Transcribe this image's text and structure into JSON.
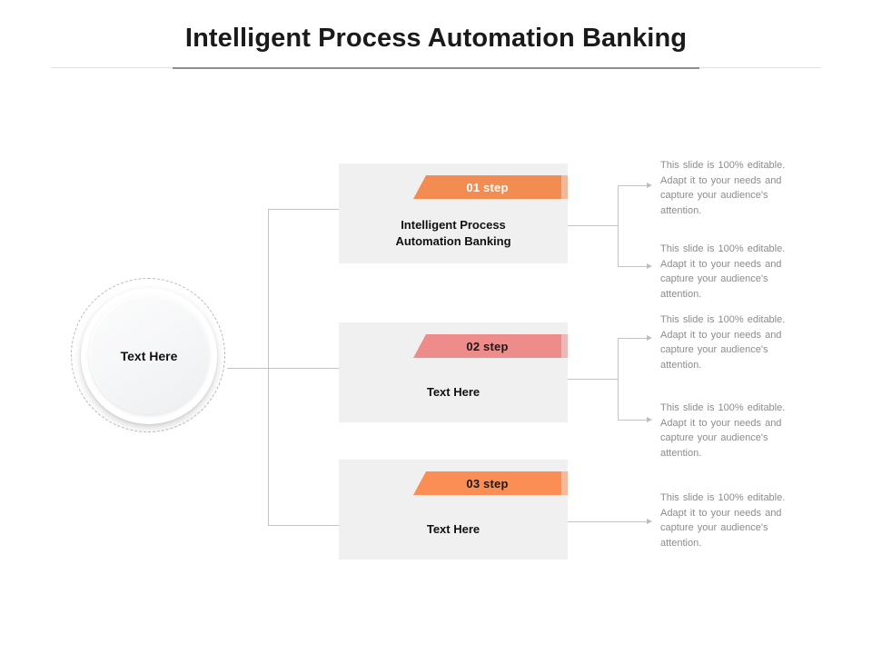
{
  "page_title": "Intelligent Process Automation Banking",
  "hub": {
    "label": "Text Here"
  },
  "colors": {
    "card_background": "#F0F0F0",
    "ribbon_step1": "#F28C52",
    "ribbon_step2": "#EE8B8B",
    "ribbon_step3": "#FA8E55",
    "connector_line": "#C3C3C3",
    "description_text": "#8C8C8C",
    "title_text": "#1A1A1A",
    "rule_light": "#E2E2E2",
    "rule_dark": "#8F8F8F"
  },
  "steps": [
    {
      "ribbon_label": "01 step",
      "ribbon_color": "#F28C52",
      "ribbon_text_color": "#FFFFFF",
      "body": "Intelligent Process\nAutomation Banking"
    },
    {
      "ribbon_label": "02 step",
      "ribbon_color": "#EE8B8B",
      "ribbon_text_color": "#1A1A1A",
      "body": "Text Here"
    },
    {
      "ribbon_label": "03 step",
      "ribbon_color": "#FA8E55",
      "ribbon_text_color": "#1A1A1A",
      "body": "Text Here"
    }
  ],
  "descriptions": [
    "This slide is 100% editable. Adapt it to your needs and capture your audience's attention.",
    "This slide is 100% editable. Adapt it to your needs and capture your audience's attention.",
    "This slide is 100% editable. Adapt it to your needs and capture your audience's attention.",
    "This slide is 100% editable. Adapt it to your needs and capture your audience's attention.",
    "This slide is 100% editable. Adapt it to your needs and capture your audience's attention."
  ]
}
